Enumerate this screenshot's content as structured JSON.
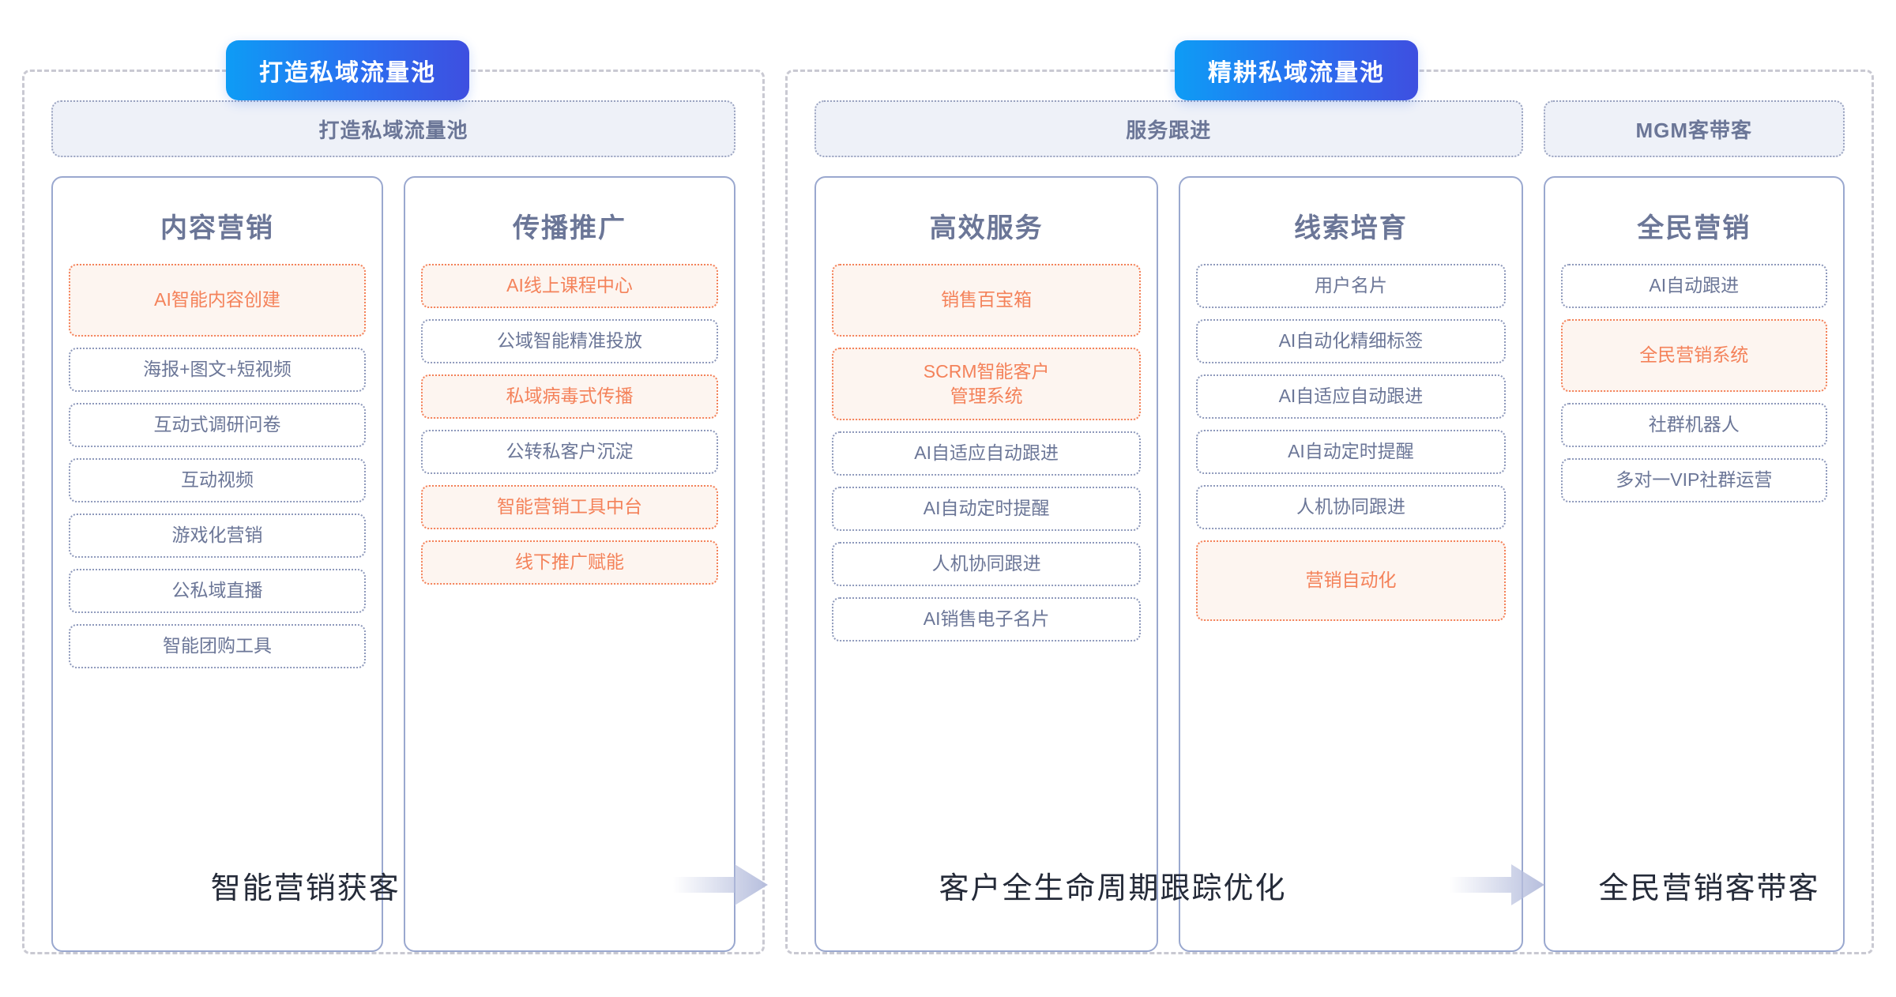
{
  "stages": [
    {
      "badge": "打造私域流量池",
      "groups": [
        {
          "header": "打造私域流量池",
          "cards": [
            {
              "title": "内容营销",
              "items": [
                {
                  "label": "AI智能内容创建",
                  "highlight": true,
                  "size": "tall"
                },
                {
                  "label": "海报+图文+短视频",
                  "highlight": false,
                  "size": ""
                },
                {
                  "label": "互动式调研问卷",
                  "highlight": false,
                  "size": ""
                },
                {
                  "label": "互动视频",
                  "highlight": false,
                  "size": ""
                },
                {
                  "label": "游戏化营销",
                  "highlight": false,
                  "size": ""
                },
                {
                  "label": "公私域直播",
                  "highlight": false,
                  "size": ""
                },
                {
                  "label": "智能团购工具",
                  "highlight": false,
                  "size": ""
                }
              ]
            },
            {
              "title": "传播推广",
              "items": [
                {
                  "label": "AI线上课程中心",
                  "highlight": true,
                  "size": ""
                },
                {
                  "label": "公域智能精准投放",
                  "highlight": false,
                  "size": ""
                },
                {
                  "label": "私域病毒式传播",
                  "highlight": true,
                  "size": ""
                },
                {
                  "label": "公转私客户沉淀",
                  "highlight": false,
                  "size": ""
                },
                {
                  "label": "智能营销工具中台",
                  "highlight": true,
                  "size": ""
                },
                {
                  "label": "线下推广赋能",
                  "highlight": true,
                  "size": ""
                }
              ]
            }
          ]
        }
      ],
      "footer": "智能营销获客"
    },
    {
      "badge": "精耕私域流量池",
      "groups": [
        {
          "header": "服务跟进",
          "cards": [
            {
              "title": "高效服务",
              "items": [
                {
                  "label": "销售百宝箱",
                  "highlight": true,
                  "size": "tall"
                },
                {
                  "label": "SCRM智能客户\n管理系统",
                  "highlight": true,
                  "size": "tall"
                },
                {
                  "label": "AI自适应自动跟进",
                  "highlight": false,
                  "size": ""
                },
                {
                  "label": "AI自动定时提醒",
                  "highlight": false,
                  "size": ""
                },
                {
                  "label": "人机协同跟进",
                  "highlight": false,
                  "size": ""
                },
                {
                  "label": "AI销售电子名片",
                  "highlight": false,
                  "size": ""
                }
              ]
            },
            {
              "title": "线索培育",
              "items": [
                {
                  "label": "用户名片",
                  "highlight": false,
                  "size": ""
                },
                {
                  "label": "AI自动化精细标签",
                  "highlight": false,
                  "size": ""
                },
                {
                  "label": "AI自适应自动跟进",
                  "highlight": false,
                  "size": ""
                },
                {
                  "label": "AI自动定时提醒",
                  "highlight": false,
                  "size": ""
                },
                {
                  "label": "人机协同跟进",
                  "highlight": false,
                  "size": ""
                },
                {
                  "label": "营销自动化",
                  "highlight": true,
                  "size": "tall2"
                }
              ]
            }
          ]
        },
        {
          "header": "MGM客带客",
          "cards": [
            {
              "title": "全民营销",
              "items": [
                {
                  "label": "AI自动跟进",
                  "highlight": false,
                  "size": ""
                },
                {
                  "label": "全民营销系统",
                  "highlight": true,
                  "size": "tall"
                },
                {
                  "label": "社群机器人",
                  "highlight": false,
                  "size": ""
                },
                {
                  "label": "多对一VIP社群运营",
                  "highlight": false,
                  "size": ""
                }
              ]
            }
          ]
        }
      ],
      "footers": [
        "客户全生命周期跟踪优化",
        "全民营销客带客"
      ]
    }
  ],
  "footer_labels": {
    "f1": "智能营销获客",
    "f2": "客户全生命周期跟踪优化",
    "f3": "全民营销客带客"
  },
  "colors": {
    "badge_gradient_start": "#0e9cf5",
    "badge_gradient_end": "#3e4fe0",
    "highlight_text": "#f4825a",
    "highlight_fill": "#fdf5f0",
    "normal_text": "#6b7697",
    "card_border": "#9aa8cf",
    "group_header_fill": "#eef1f8",
    "stage_border": "#c9c9d2",
    "footer_text": "#242a38",
    "arrow": "#b6bedd"
  }
}
